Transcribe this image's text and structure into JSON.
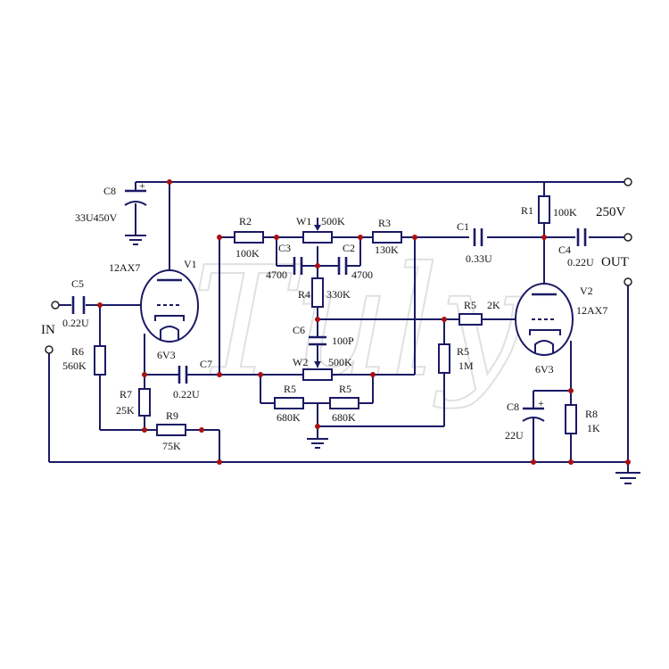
{
  "terminals": {
    "in": "IN",
    "out": "OUT",
    "supply": "250V"
  },
  "tubes": {
    "v1": {
      "ref": "V1",
      "type": "12AX7",
      "heater": "6V3"
    },
    "v2": {
      "ref": "V2",
      "type": "12AX7",
      "heater": "6V3"
    }
  },
  "capacitors": {
    "c8_top": {
      "ref": "C8",
      "value": "33U450V"
    },
    "c5": {
      "ref": "C5",
      "value": "0.22U"
    },
    "c7": {
      "ref": "C7",
      "value": "0.22U"
    },
    "c3": {
      "ref": "C3",
      "value": "4700"
    },
    "c2": {
      "ref": "C2",
      "value": "4700"
    },
    "c6": {
      "ref": "C6",
      "value": "100P"
    },
    "c1": {
      "ref": "C1",
      "value": "0.33U"
    },
    "c4": {
      "ref": "C4",
      "value": "0.22U"
    },
    "c8_bottom": {
      "ref": "C8",
      "value": "22U"
    }
  },
  "resistors": {
    "r2": {
      "ref": "R2",
      "value": "100K"
    },
    "r3": {
      "ref": "R3",
      "value": "130K"
    },
    "r4": {
      "ref": "R4",
      "value": "330K"
    },
    "r6": {
      "ref": "R6",
      "value": "560K"
    },
    "r7": {
      "ref": "R7",
      "value": "25K"
    },
    "r9": {
      "ref": "R9",
      "value": "75K"
    },
    "r5a": {
      "ref": "R5",
      "value": "680K"
    },
    "r5b": {
      "ref": "R5",
      "value": "680K"
    },
    "r5c": {
      "ref": "R5",
      "value": "1M"
    },
    "r5d": {
      "ref": "R5",
      "value": "2K"
    },
    "r1": {
      "ref": "R1",
      "value": "100K"
    },
    "r8": {
      "ref": "R8",
      "value": "1K"
    }
  },
  "pots": {
    "w1": {
      "ref": "W1",
      "value": "500K"
    },
    "w2": {
      "ref": "W2",
      "value": "500K"
    }
  },
  "watermark": "Tuly"
}
